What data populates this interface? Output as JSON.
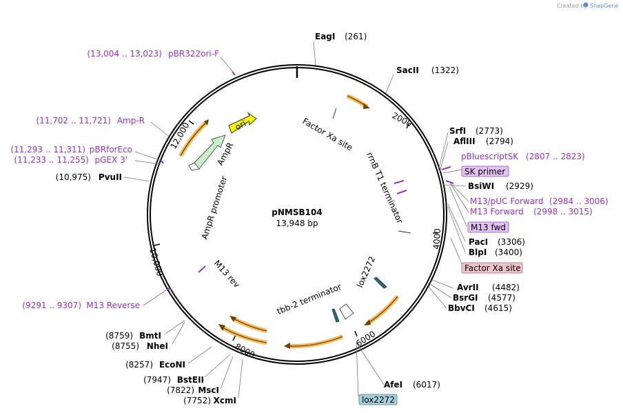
{
  "credit": {
    "created_by": "Created by",
    "brand": "SnapGene"
  },
  "plasmid": {
    "name": "pNMSB104",
    "size": "13,948 bp"
  },
  "ticks": [
    "2000",
    "4000",
    "6000",
    "8000",
    "10,000",
    "12,000"
  ],
  "enzymes": {
    "eagi": {
      "name": "EagI",
      "pos": "(261)"
    },
    "sacii": {
      "name": "SacII",
      "pos": "(1322)"
    },
    "srfi": {
      "name": "SrfI",
      "pos": "(2773)"
    },
    "afliii": {
      "name": "AflIII",
      "pos": "(2794)"
    },
    "bsiwi": {
      "name": "BsiWI",
      "pos": "(2929)"
    },
    "paci": {
      "name": "PacI",
      "pos": "(3306)"
    },
    "blpi": {
      "name": "BlpI",
      "pos": "(3400)"
    },
    "avrii": {
      "name": "AvrII",
      "pos": "(4482)"
    },
    "bsrgi": {
      "name": "BsrGI",
      "pos": "(4577)"
    },
    "bbvci": {
      "name": "BbvCI",
      "pos": "(4615)"
    },
    "afei": {
      "name": "AfeI",
      "pos": "(6017)"
    },
    "xcmi": {
      "name": "XcmI",
      "pos": "(7752)"
    },
    "msci": {
      "name": "MscI",
      "pos": "(7822)"
    },
    "bsteii": {
      "name": "BstEII",
      "pos": "(7947)"
    },
    "econi": {
      "name": "EcoNI",
      "pos": "(8257)"
    },
    "nhei": {
      "name": "NheI",
      "pos": "(8755)"
    },
    "bmti": {
      "name": "BmtI",
      "pos": "(8759)"
    },
    "pvuii": {
      "name": "PvuII",
      "pos": "(10,975)"
    }
  },
  "primers": {
    "pbr322ori": {
      "range": "(13,004 .. 13,023)",
      "name": "pBR322ori-F"
    },
    "ampr": {
      "range": "(11,702 .. 11,721)",
      "name": "Amp-R"
    },
    "pbrforeco": {
      "range": "(11,293 .. 11,311)",
      "name": "pBRforEco"
    },
    "pgex3": {
      "range": "(11,233 .. 11,255)",
      "name": "pGEX 3'"
    },
    "pbluescript": {
      "name": "pBluescriptSK",
      "range": "(2807 .. 2823)"
    },
    "m13puc": {
      "name": "M13/pUC Forward",
      "range": "(2984 .. 3006)"
    },
    "m13fwd": {
      "name": "M13 Forward",
      "range": "(2998 .. 3015)"
    },
    "m13rev": {
      "range": "(9291 .. 9307)",
      "name": "M13 Reverse"
    }
  },
  "boxed": {
    "sk_primer": "SK primer",
    "m13_fwd": "M13 fwd",
    "factor_xa": "Factor Xa site",
    "lox2272": "lox2272"
  },
  "features": {
    "factor_xa": "Factor Xa site",
    "rrnb": "rrnB T1 terminator",
    "lox": "lox2272",
    "tbb2": "tbb-2 terminator",
    "m13rev": "M13 rev",
    "ampr_prom": "AmpR promoter",
    "ampr": "AmpR",
    "ori": "ori"
  },
  "colors": {
    "backbone": "#000000",
    "arc_fill": "#f7b54a",
    "arc_dark": "#7a4a00",
    "ori_fill": "#f5f500",
    "ampr_fill": "#c8f0c8",
    "primer": "#9b30c8",
    "box_primer": "#e3c0f5",
    "box_factor": "#eec3ca",
    "box_lox": "#a4d0dc"
  }
}
